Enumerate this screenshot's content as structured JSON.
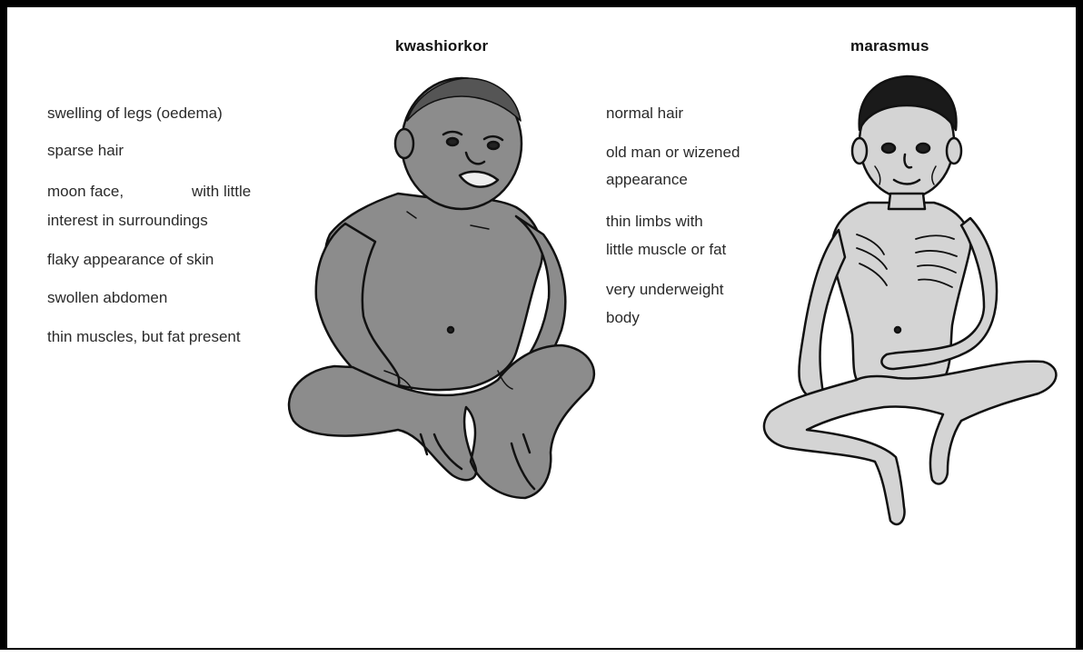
{
  "kwashiorkor": {
    "title": "kwashiorkor",
    "features": [
      "swelling of legs (oedema)",
      "sparse hair",
      "moon face,",
      "with little",
      "interest in surroundings",
      "flaky appearance of skin",
      "swollen abdomen",
      "thin muscles, but fat present"
    ],
    "figure": "child-with-kwashiorkor-illustration",
    "fill_color": "#8c8c8c"
  },
  "marasmus": {
    "title": "marasmus",
    "features": [
      "normal hair",
      "old man or wizened",
      "appearance",
      "thin limbs with",
      "little muscle or fat",
      "very underweight",
      "body"
    ],
    "figure": "child-with-marasmus-illustration",
    "fill_color": "#d4d4d4"
  }
}
